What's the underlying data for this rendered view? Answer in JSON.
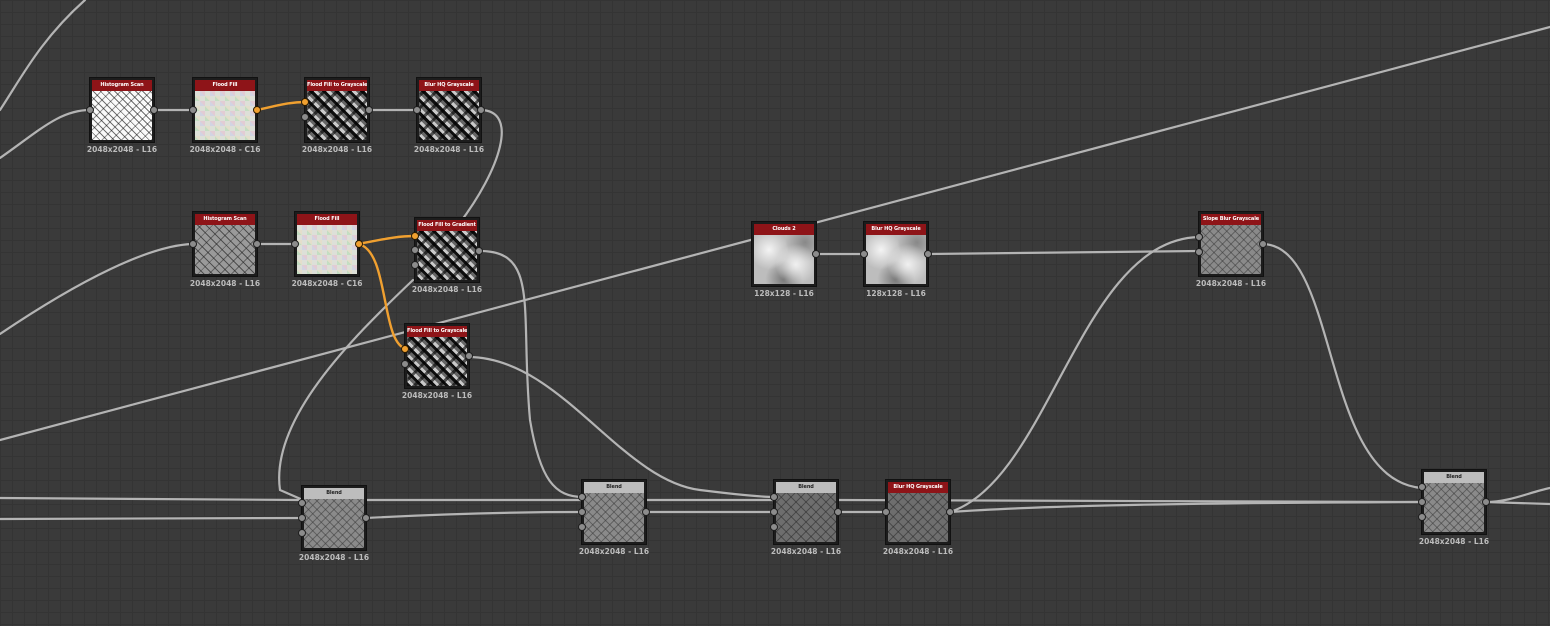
{
  "nodes": [
    {
      "id": "histogram-scan-1",
      "title": "Histogram Scan",
      "res": "2048x2048 - L16"
    },
    {
      "id": "flood-fill-1",
      "title": "Flood Fill",
      "res": "2048x2048 - C16"
    },
    {
      "id": "flood-fill-to-grayscale-1",
      "title": "Flood Fill to Grayscale",
      "res": "2048x2048 - L16"
    },
    {
      "id": "blur-hq-grayscale-1",
      "title": "Blur HQ Grayscale",
      "res": "2048x2048 - L16"
    },
    {
      "id": "histogram-scan-2",
      "title": "Histogram Scan",
      "res": "2048x2048 - L16"
    },
    {
      "id": "flood-fill-2",
      "title": "Flood Fill",
      "res": "2048x2048 - C16"
    },
    {
      "id": "flood-fill-to-gradient",
      "title": "Flood Fill to Gradient",
      "res": "2048x2048 - L16"
    },
    {
      "id": "flood-fill-to-grayscale-2",
      "title": "Flood Fill to Grayscale",
      "res": "2048x2048 - L16"
    },
    {
      "id": "clouds-2",
      "title": "Clouds 2",
      "res": "128x128 - L16"
    },
    {
      "id": "blur-hq-grayscale-2",
      "title": "Blur HQ Grayscale",
      "res": "128x128 - L16"
    },
    {
      "id": "slope-blur-grayscale",
      "title": "Slope Blur Grayscale",
      "res": "2048x2048 - L16"
    },
    {
      "id": "blend-1",
      "title": "Blend",
      "res": "2048x2048 - L16"
    },
    {
      "id": "blend-2",
      "title": "Blend",
      "res": "2048x2048 - L16"
    },
    {
      "id": "blend-3",
      "title": "Blend",
      "res": "2048x2048 - L16"
    },
    {
      "id": "blur-hq-grayscale-3",
      "title": "Blur HQ Grayscale",
      "res": "2048x2048 - L16"
    },
    {
      "id": "blend-4",
      "title": "Blend",
      "res": "2048x2048 - L16"
    }
  ],
  "colors": {
    "canvas": "#3a3a3a",
    "node_header": "#8e1418",
    "blend_header": "#bdbdbd",
    "wire": "#b4b4b4",
    "wire_active": "#f0a030"
  }
}
